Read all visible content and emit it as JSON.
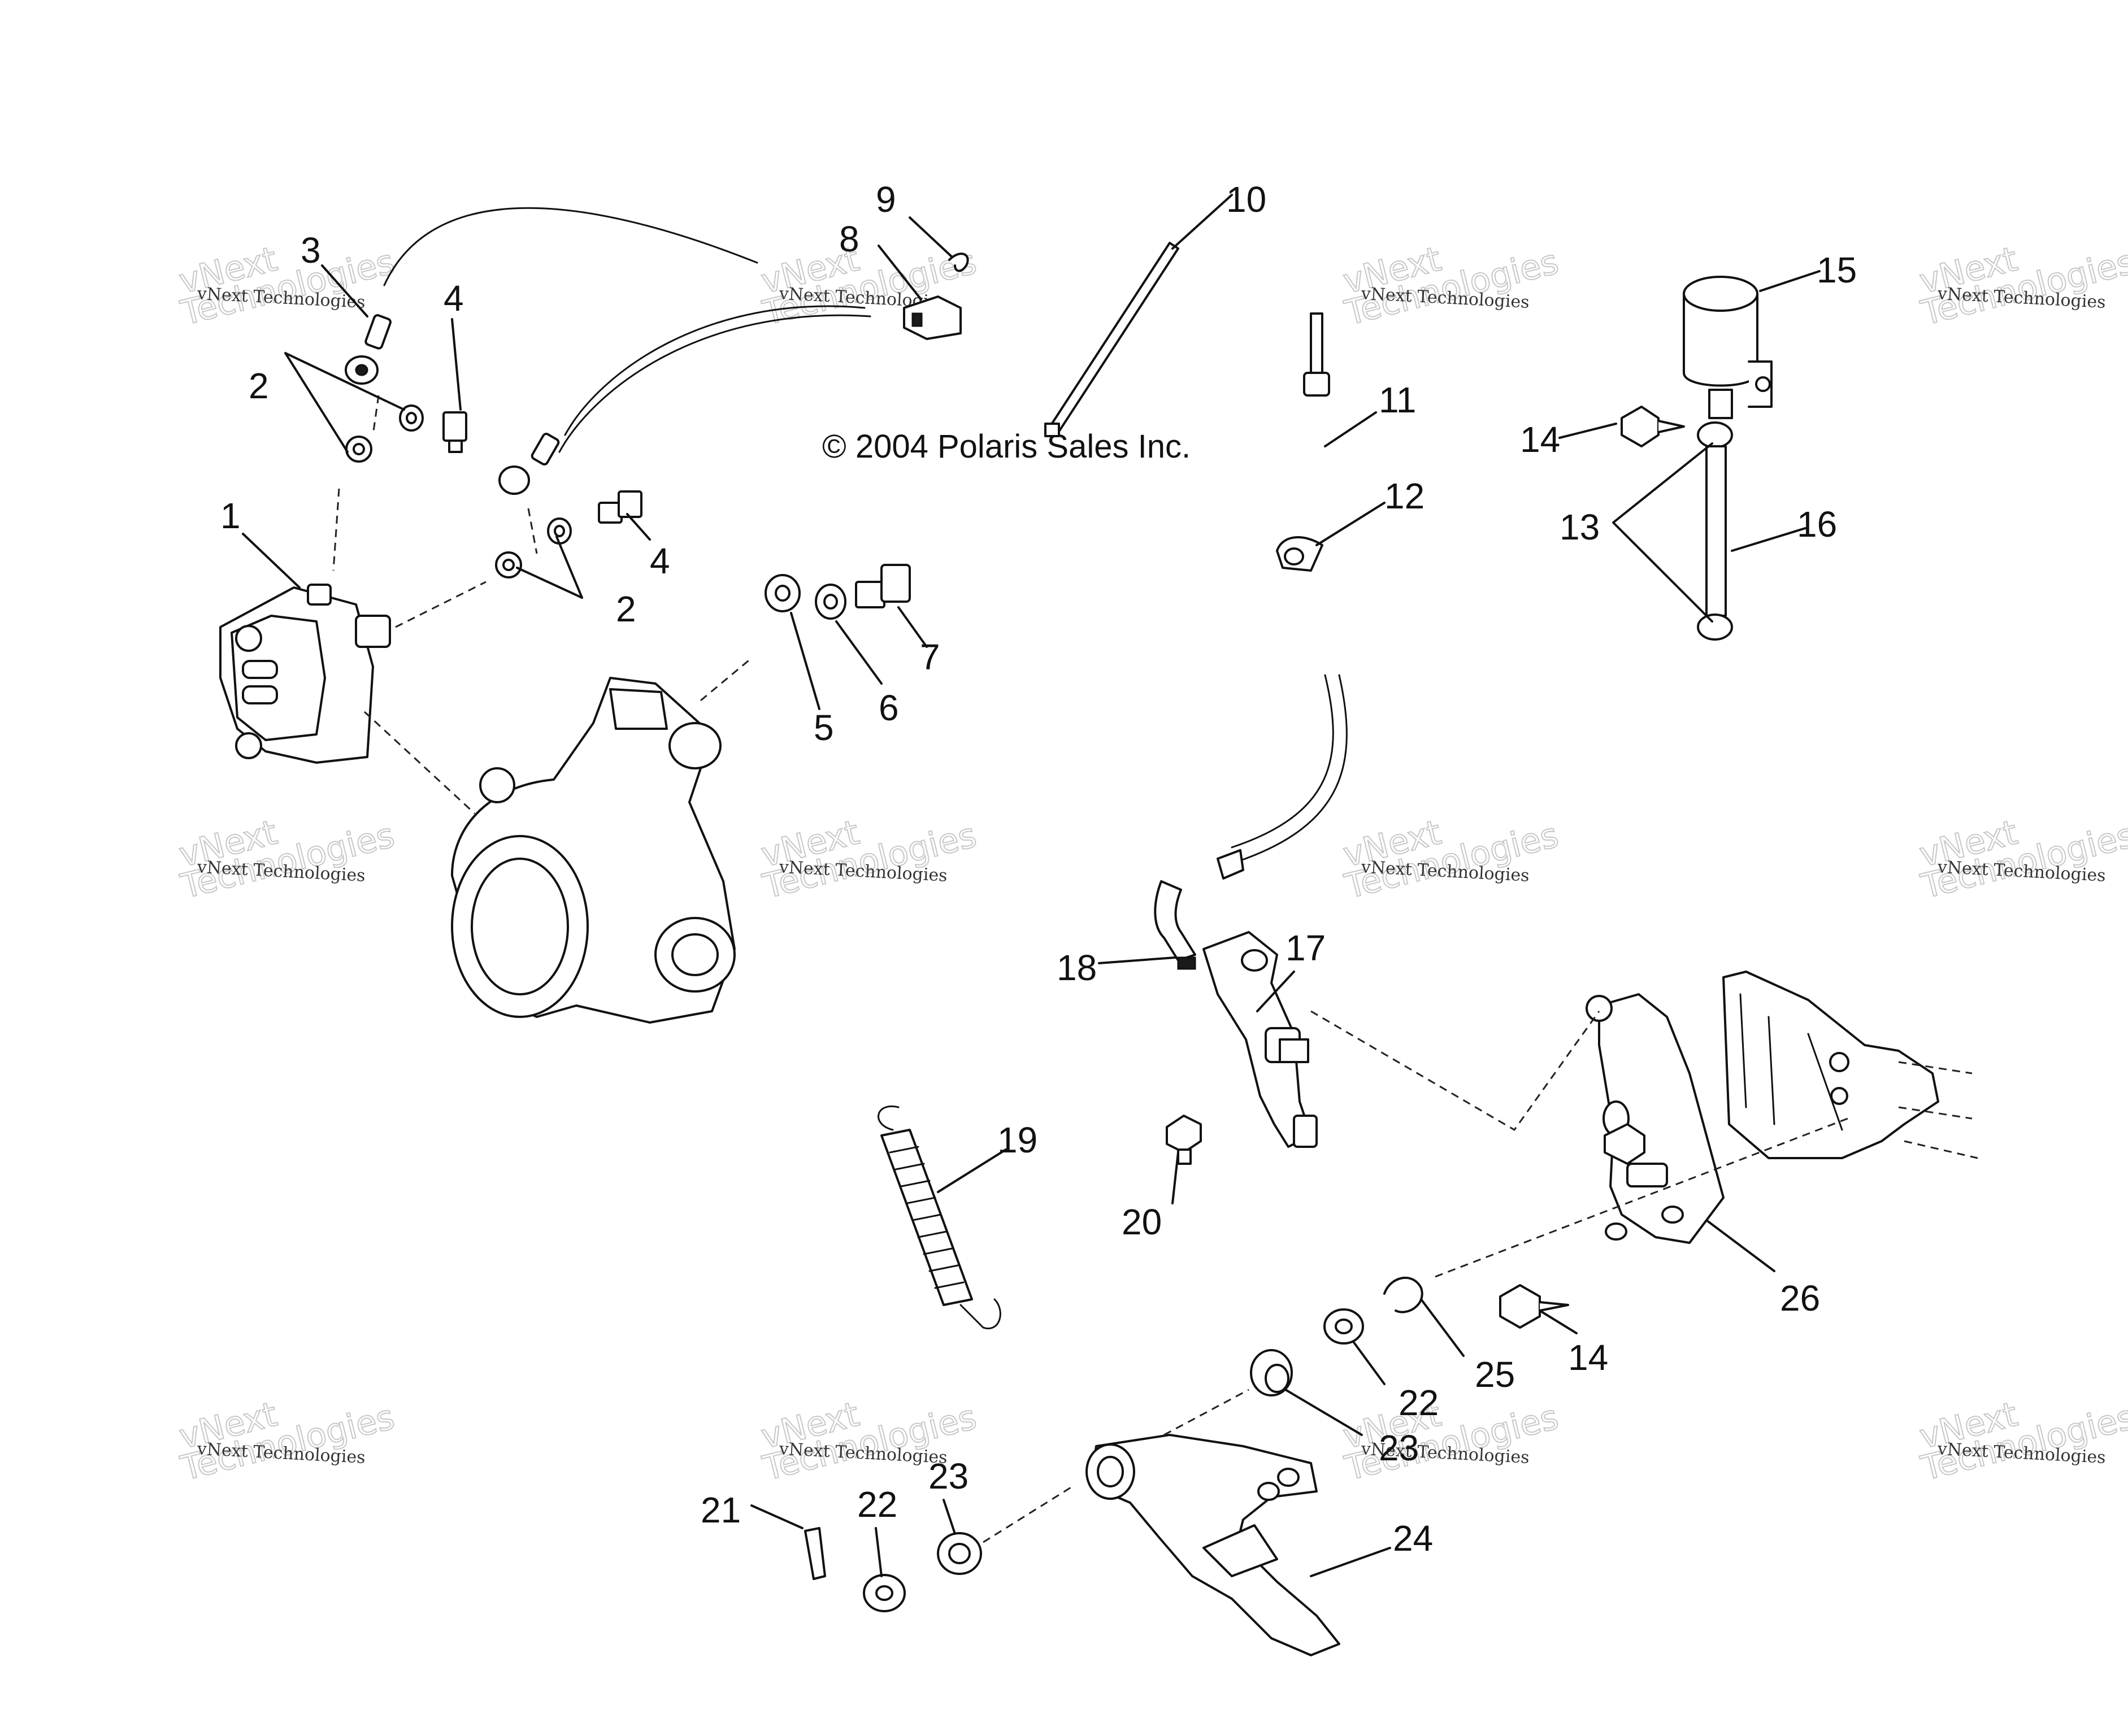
{
  "copyright": "© 2004 Polaris Sales Inc.",
  "watermark": {
    "line1": "vNext Technologies",
    "word1": "vNext",
    "word2": "Technologies"
  },
  "callouts": [
    {
      "id": "c1",
      "label": "1"
    },
    {
      "id": "c2a",
      "label": "2"
    },
    {
      "id": "c2b",
      "label": "2"
    },
    {
      "id": "c3",
      "label": "3"
    },
    {
      "id": "c4a",
      "label": "4"
    },
    {
      "id": "c4b",
      "label": "4"
    },
    {
      "id": "c5",
      "label": "5"
    },
    {
      "id": "c6",
      "label": "6"
    },
    {
      "id": "c7",
      "label": "7"
    },
    {
      "id": "c8",
      "label": "8"
    },
    {
      "id": "c9",
      "label": "9"
    },
    {
      "id": "c10",
      "label": "10"
    },
    {
      "id": "c11",
      "label": "11"
    },
    {
      "id": "c12",
      "label": "12"
    },
    {
      "id": "c13",
      "label": "13"
    },
    {
      "id": "c14a",
      "label": "14"
    },
    {
      "id": "c14b",
      "label": "14"
    },
    {
      "id": "c15",
      "label": "15"
    },
    {
      "id": "c16",
      "label": "16"
    },
    {
      "id": "c17",
      "label": "17"
    },
    {
      "id": "c18",
      "label": "18"
    },
    {
      "id": "c19",
      "label": "19"
    },
    {
      "id": "c20",
      "label": "20"
    },
    {
      "id": "c21",
      "label": "21"
    },
    {
      "id": "c22a",
      "label": "22"
    },
    {
      "id": "c22b",
      "label": "22"
    },
    {
      "id": "c23a",
      "label": "23"
    },
    {
      "id": "c23b",
      "label": "23"
    },
    {
      "id": "c24",
      "label": "24"
    },
    {
      "id": "c25",
      "label": "25"
    },
    {
      "id": "c26",
      "label": "26"
    }
  ]
}
